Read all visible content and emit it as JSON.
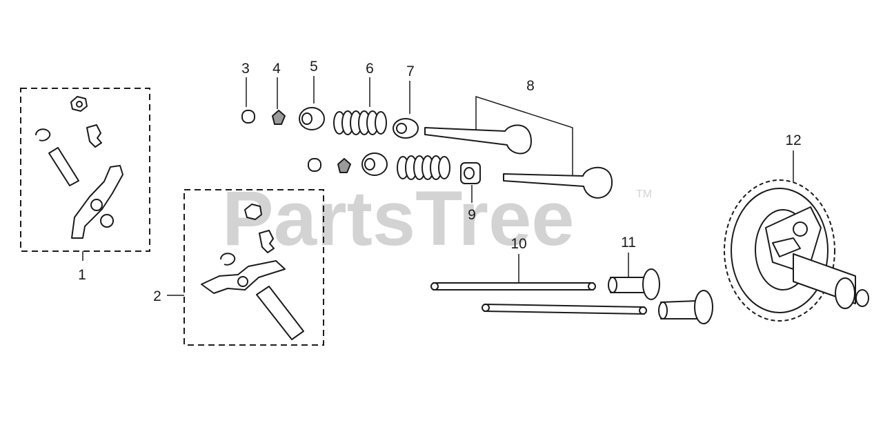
{
  "watermark": {
    "text": "PartsTree",
    "trademark": "TM"
  },
  "callouts": [
    "1",
    "2",
    "3",
    "4",
    "5",
    "6",
    "7",
    "8",
    "9",
    "10",
    "11",
    "12"
  ],
  "colors": {
    "ink": "#1a1a1a",
    "watermark": "#d3d3d3",
    "background": "#ffffff"
  }
}
